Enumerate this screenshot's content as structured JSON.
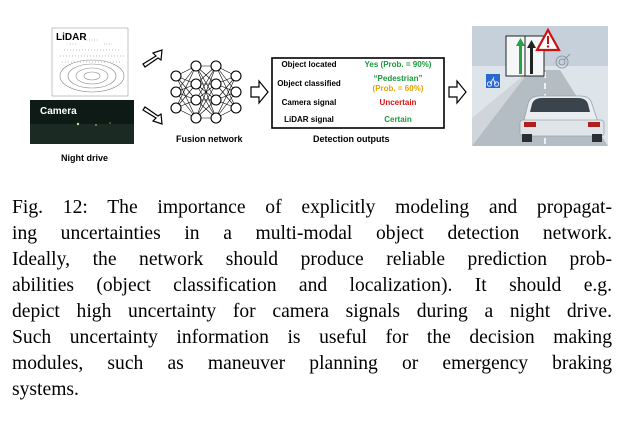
{
  "figure": {
    "lidar_label": "LiDAR",
    "camera_label": "Camera",
    "night_drive_label": "Night drive",
    "fusion_label": "Fusion network",
    "detection_label": "Detection outputs",
    "outputs": [
      {
        "name": "Object located",
        "value": "Yes (Prob. = 90%)",
        "color": "#1a9a3a"
      },
      {
        "name": "Object classified",
        "value": "“Pedestrian”",
        "value2": "(Prob. = 60%)",
        "color": "#1a9a3a",
        "color2": "#e8a400"
      },
      {
        "name": "Camera signal",
        "value": "Uncertain",
        "color": "#dd1111"
      },
      {
        "name": "LiDAR signal",
        "value": "Certain",
        "color": "#1a9a3a"
      }
    ]
  },
  "caption": {
    "lines": [
      "Fig. 12: The importance of explicitly modeling and propagat-",
      "ing uncertainties in a multi-modal object detection network.",
      "Ideally, the network should produce reliable prediction prob-",
      "abilities (object classification and localization). It should e.g.",
      "depict high uncertainty for camera signals during a night drive.",
      "Such uncertainty information is useful for the decision making",
      "modules, such as maneuver planning or emergency braking",
      "systems."
    ]
  }
}
